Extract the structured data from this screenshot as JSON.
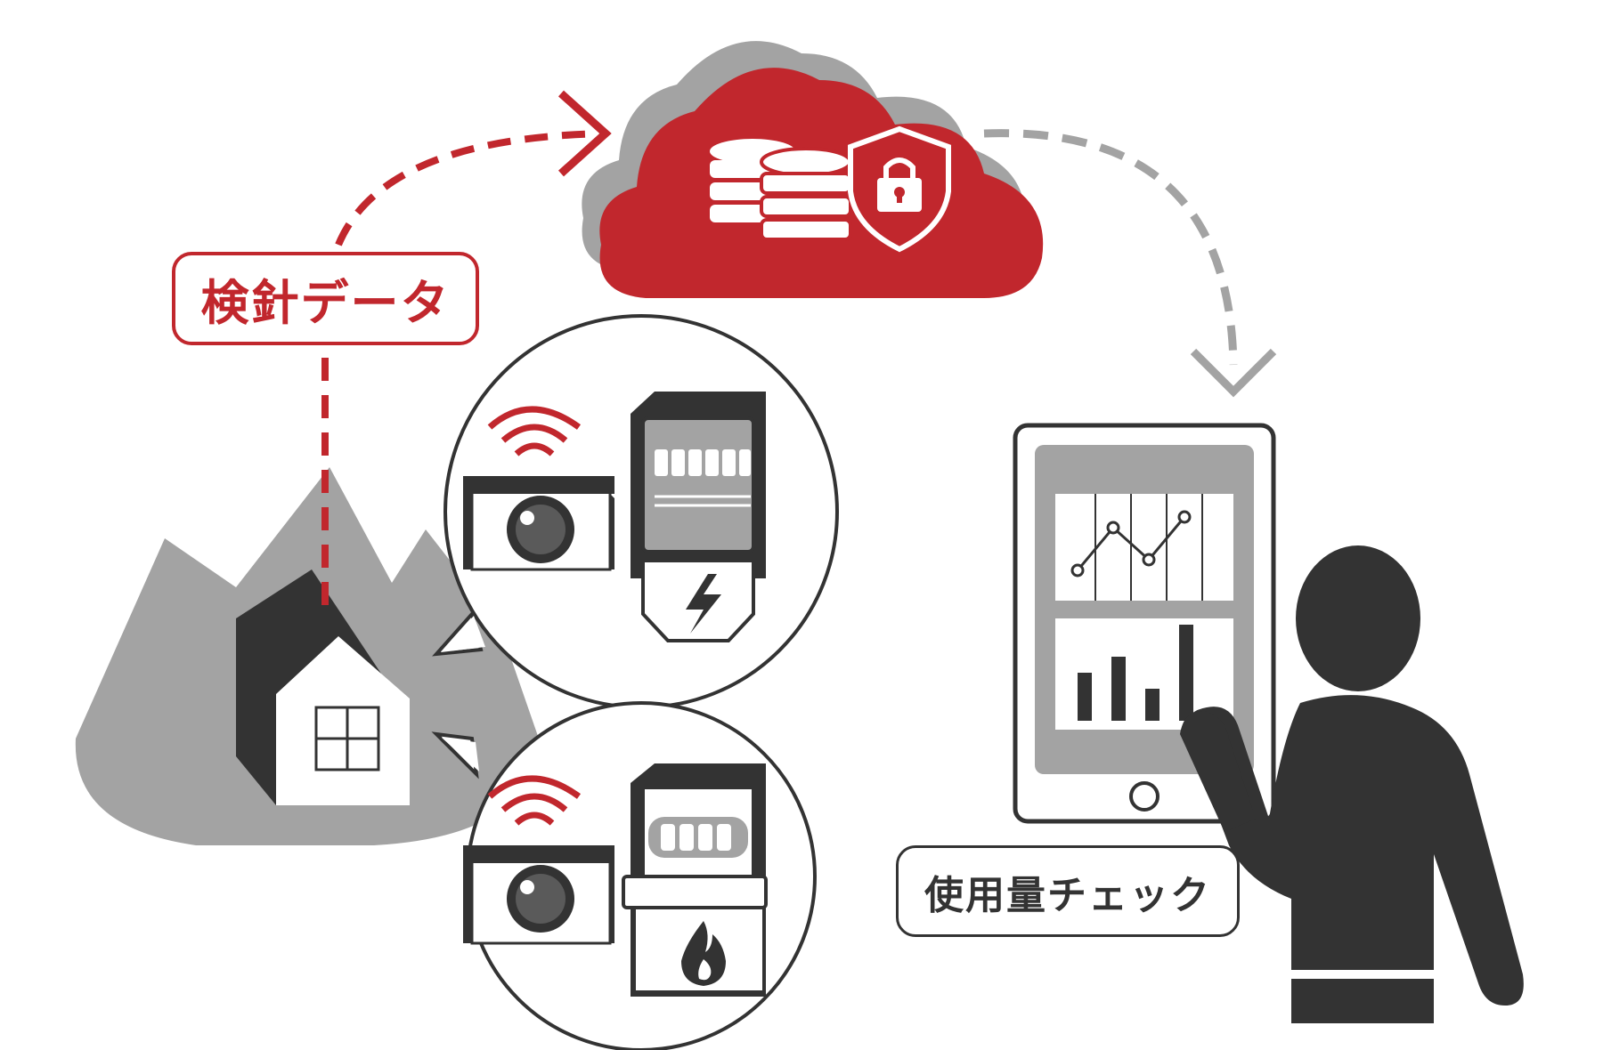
{
  "labels": {
    "meter_data": "検針データ",
    "usage_check": "使用量チェック"
  },
  "icons": {
    "cloud": "cloud-database-icon",
    "shield": "shield-lock-icon",
    "house": "house-icon",
    "mountain": "mountain-icon",
    "electric_meter": "electric-meter-icon",
    "gas_meter": "gas-meter-icon",
    "camera": "camera-icon",
    "wifi": "wifi-signal-icon",
    "tablet": "tablet-icon",
    "person": "person-icon"
  },
  "colors": {
    "accent_red": "#c1272d",
    "dark": "#333333",
    "gray": "#a3a3a3",
    "light_gray": "#bdbdbd"
  },
  "chart_data": {
    "type": "line",
    "values": [
      2,
      6,
      3,
      7
    ]
  },
  "bar_chart_data": {
    "type": "bar",
    "values": [
      3,
      4,
      2,
      6
    ]
  }
}
